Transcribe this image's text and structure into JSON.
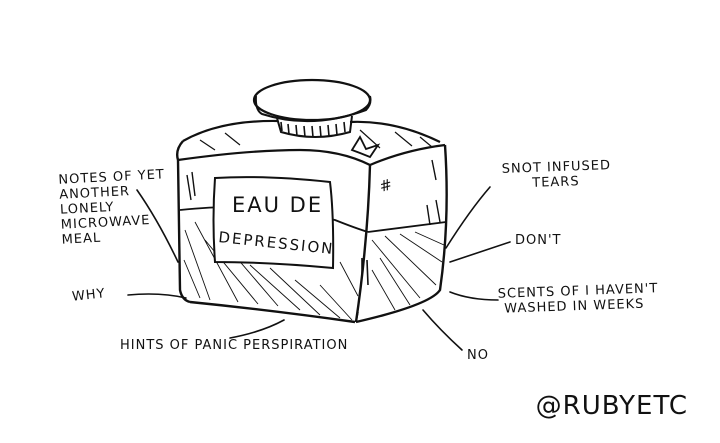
{
  "bottle_label": {
    "line1": "EAU DE",
    "line2": "DEPRESSION"
  },
  "annotations": {
    "top_left": [
      "NOTES OF YET",
      "ANOTHER",
      "LONELY",
      "MICROWAVE",
      "MEAL"
    ],
    "why": "WHY",
    "bottom": "HINTS OF PANIC PERSPIRATION",
    "snot": [
      "SNOT INFUSED",
      "TEARS"
    ],
    "dont": "DON'T",
    "scents": [
      "SCENTS OF I HAVEN'T",
      "WASHED IN WEEKS"
    ],
    "no": "NO",
    "hash": "#"
  },
  "signature": "@RUBYETC"
}
